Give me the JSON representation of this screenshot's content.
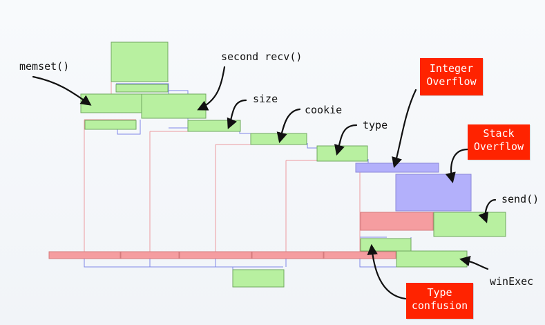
{
  "labels": {
    "memset": "memset()",
    "second_recv": "second recv()",
    "size": "size",
    "cookie": "cookie",
    "type": "type",
    "integer_overflow": "Integer\nOverflow",
    "stack_overflow": "Stack\nOverflow",
    "send": "send()",
    "winexec": "winExec",
    "type_confusion": "Type\nconfusion"
  },
  "colors": {
    "green": "#b8f0a0",
    "purple": "#b3b0fb",
    "pink": "#f59da0",
    "red_label": "#ff2300"
  }
}
